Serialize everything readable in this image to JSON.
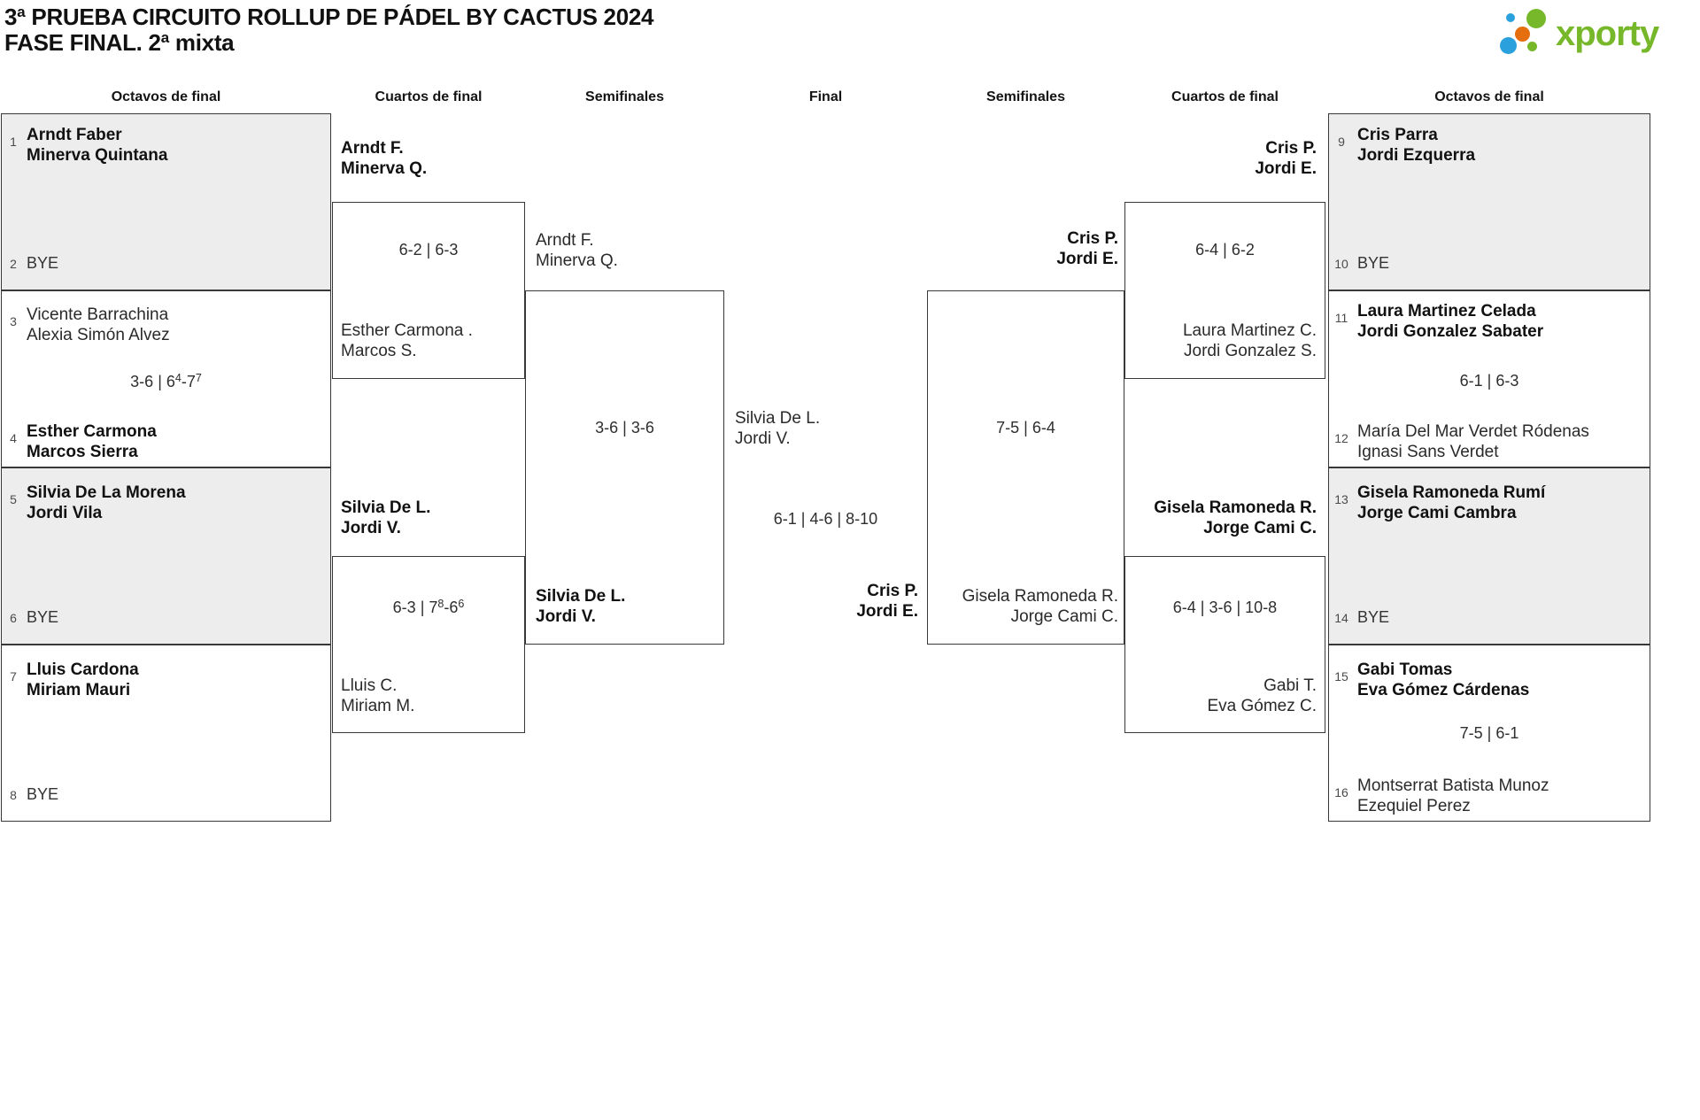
{
  "title": {
    "line1": "3ª PRUEBA CIRCUITO ROLLUP DE PÁDEL BY CACTUS 2024",
    "line2": "FASE FINAL. 2ª mixta"
  },
  "logo": {
    "wordmark": "xporty",
    "green": "#76b82a",
    "blue": "#2aa0dc",
    "orange": "#e56f0e"
  },
  "headers": {
    "octavos_left": "Octavos de final",
    "cuartos_left": "Cuartos de final",
    "semis_left": "Semifinales",
    "final": "Final",
    "semis_right": "Semifinales",
    "cuartos_right": "Cuartos de final",
    "octavos_right": "Octavos de final"
  },
  "octavos_left": [
    {
      "seed_a": "1",
      "a1": "Arndt Faber",
      "a2": "Minerva Quintana",
      "seed_b": "2",
      "b1": "BYE"
    },
    {
      "seed_a": "3",
      "a1": "Vicente Barrachina",
      "a2": "Alexia Simón Alvez",
      "score": {
        "p1": "3-6 | 6",
        "s1": "4",
        "p2": "-7",
        "s2": "7"
      },
      "seed_b": "4",
      "b1": "Esther Carmona",
      "b2": "Marcos Sierra"
    },
    {
      "seed_a": "5",
      "a1": "Silvia De La Morena",
      "a2": "Jordi Vila",
      "seed_b": "6",
      "b1": "BYE"
    },
    {
      "seed_a": "7",
      "a1": "Lluis Cardona",
      "a2": "Miriam Mauri",
      "seed_b": "8",
      "b1": "BYE"
    }
  ],
  "octavos_right": [
    {
      "seed_a": "9",
      "a1": "Cris Parra",
      "a2": "Jordi Ezquerra",
      "seed_b": "10",
      "b1": "BYE"
    },
    {
      "seed_a": "11",
      "a1": "Laura Martinez Celada",
      "a2": "Jordi Gonzalez Sabater",
      "score": {
        "p1": "6-1 | 6-3",
        "s1": "",
        "p2": "",
        "s2": ""
      },
      "seed_b": "12",
      "b1": "María Del Mar Verdet Ródenas",
      "b2": "Ignasi Sans Verdet"
    },
    {
      "seed_a": "13",
      "a1": "Gisela Ramoneda Rumí",
      "a2": "Jorge Cami Cambra",
      "seed_b": "14",
      "b1": "BYE"
    },
    {
      "seed_a": "15",
      "a1": "Gabi Tomas",
      "a2": "Eva Gómez Cárdenas",
      "score": {
        "p1": "7-5 | 6-1",
        "s1": "",
        "p2": "",
        "s2": ""
      },
      "seed_b": "16",
      "b1": "Montserrat Batista Munoz",
      "b2": "Ezequiel Perez"
    }
  ],
  "cuartos_left": {
    "entry_top": {
      "l1": "Arndt F.",
      "l2": "Minerva Q."
    },
    "score_top": {
      "p1": "6-2 | 6-3",
      "s1": "",
      "p2": "",
      "s2": ""
    },
    "loser_top": {
      "l1": "Esther Carmona .",
      "l2": "Marcos S."
    },
    "entry_bottom": {
      "l1": "Silvia De L.",
      "l2": "Jordi V."
    },
    "score_bottom": {
      "p1": "6-3 | 7",
      "s1": "8",
      "p2": "-6",
      "s2": "6"
    },
    "loser_bottom": {
      "l1": "Lluis C.",
      "l2": "Miriam M."
    }
  },
  "cuartos_right": {
    "entry_top": {
      "l1": "Cris P.",
      "l2": "Jordi E."
    },
    "score_top": {
      "p1": "6-4 | 6-2",
      "s1": "",
      "p2": "",
      "s2": ""
    },
    "loser_top": {
      "l1": "Laura Martinez C.",
      "l2": "Jordi Gonzalez S."
    },
    "entry_bottom": {
      "l1": "Gisela Ramoneda R.",
      "l2": "Jorge Cami C."
    },
    "score_bottom": {
      "p1": "6-4 | 3-6 | 10-8",
      "s1": "",
      "p2": "",
      "s2": ""
    },
    "loser_bottom": {
      "l1": "Gabi T.",
      "l2": "Eva Gómez C."
    }
  },
  "semis_left": {
    "entry_top": {
      "l1": "Arndt F.",
      "l2": "Minerva Q."
    },
    "score": {
      "p1": "3-6 | 3-6",
      "s1": "",
      "p2": "",
      "s2": ""
    },
    "entry_bottom": {
      "l1": "Silvia De L.",
      "l2": "Jordi V."
    }
  },
  "semis_right": {
    "entry_top": {
      "l1": "Cris P.",
      "l2": "Jordi E."
    },
    "score": {
      "p1": "7-5 | 6-4",
      "s1": "",
      "p2": "",
      "s2": ""
    },
    "entry_bottom": {
      "l1": "Gisela Ramoneda R.",
      "l2": "Jorge Cami C."
    }
  },
  "final": {
    "team_left": {
      "l1": "Silvia De L.",
      "l2": "Jordi V."
    },
    "score": {
      "p1": "6-1 | 4-6 | 8-10",
      "s1": "",
      "p2": "",
      "s2": ""
    },
    "team_right": {
      "l1": "Cris P.",
      "l2": "Jordi E."
    }
  }
}
